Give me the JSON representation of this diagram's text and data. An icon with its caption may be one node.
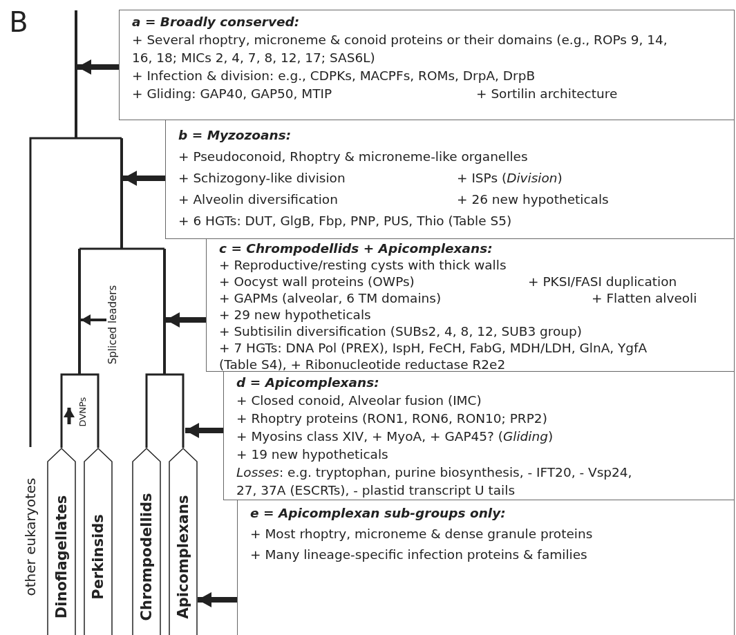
{
  "diagram": {
    "nodes": [
      {
        "text": [
          "a = Broadly conserved:",
          "+ Several rhoptry, microneme & conoid proteins or their domains (e.g., ROPs 9, 14, 16, 18; MICs 2, 4, 7, 8, 12, 17; SAS6L)",
          "+ Infection & division: e.g., CDPKs, MACPFs, ROMs, DrpA, DrpB",
          "+ Gliding: GAP40, GAP50, MTIP",
          "+ Sortilin architecture"
        ]
      },
      {
        "text": [
          "b = Myzozoans:",
          "+ Pseudoconoid, Rhoptry & microneme-like organelles",
          "+ Schizogony-like division",
          "+ ISPs (*Division*)",
          "+ Alveolin diversification",
          "+ 26 new hypotheticals",
          "+ 6 HGTs: DUT, GlgB, Fbp, PNP, PUS, Thio (Table S5)"
        ]
      },
      {
        "text": [
          "c = Chrompodellids + Apicomplexans:",
          "+ Reproductive/resting cysts with thick walls",
          "+ Oocyst wall proteins (OWPs)",
          "+ PKSI/FASI duplication",
          "+ GAPMs (alveolar, 6 TM domains)",
          "+ Flatten alveoli",
          "+ 29 new hypotheticals",
          "+ Subtisilin diversification (SUBs2, 4, 8, 12, SUB3 group)",
          "+ 7 HGTs: DNA Pol (PREX), IspH, FeCH, FabG, MDH/LDH, GlnA, YgfA (Table S4), + Ribonucleotide reductase R2e2"
        ]
      },
      {
        "text": [
          "d = Apicomplexans:",
          "+ Closed conoid, Alveolar fusion (IMC)",
          "+ Rhoptry proteins (RON1, RON6, RON10; PRP2)",
          "+ Myosins class XIV, + MyoA, + GAP45? (*Gliding*)",
          "+ 19 new hypotheticals",
          "*Losses*: e.g. tryptophan, purine biosynthesis, - IFT20, - Vsp24, 27, 37A (ESCRTs), - plastid transcript U tails"
        ]
      },
      {
        "text": [
          "e = Apicomplexan sub-groups only:",
          "+ Most rhoptry, microneme & dense granule proteins",
          "+ Many lineage-specific infection proteins & families"
        ]
      },
      {
        "text": [
          "other eukaryotes"
        ]
      },
      {
        "text": [
          "Dinoflagellates"
        ]
      },
      {
        "text": [
          "Perkinsids"
        ]
      },
      {
        "text": [
          "Chrompodellids"
        ]
      },
      {
        "text": [
          "Apicomplexans"
        ]
      },
      {
        "text": [],
        "shape": "bar"
      },
      {
        "text": [],
        "shape": "bar"
      },
      {
        "text": [],
        "shape": "bar"
      },
      {
        "text": [],
        "shape": "bar"
      },
      {
        "text": [
          "Spliced leaders"
        ]
      }
    ],
    "edges": [
      {
        "from": 0,
        "to": 10,
        "arrow": "to",
        "style": "thick"
      },
      {
        "from": 1,
        "to": 11,
        "arrow": "to",
        "style": "thick"
      },
      {
        "from": 2,
        "to": 13,
        "arrow": "to",
        "style": "thick"
      },
      {
        "from": 3,
        "to": 9,
        "arrow": "to",
        "style": "thick"
      },
      {
        "from": 4,
        "to": 9,
        "arrow": "to",
        "style": "thick"
      },
      {
        "from": 10,
        "to": 5,
        "arrow": "none"
      },
      {
        "from": 10,
        "to": 11,
        "arrow": "none"
      },
      {
        "from": 11,
        "to": 12,
        "arrow": "none"
      },
      {
        "from": 11,
        "to": 13,
        "arrow": "none"
      },
      {
        "from": 12,
        "to": 6,
        "arrow": "none"
      },
      {
        "from": 12,
        "to": 7,
        "arrow": "none"
      },
      {
        "from": 13,
        "to": 8,
        "arrow": "none"
      },
      {
        "from": 13,
        "to": 9,
        "arrow": "none"
      },
      {
        "from": 14,
        "to": 12,
        "arrow": "to"
      }
    ],
    "labels": [
      "B",
      "DVNPs"
    ]
  }
}
